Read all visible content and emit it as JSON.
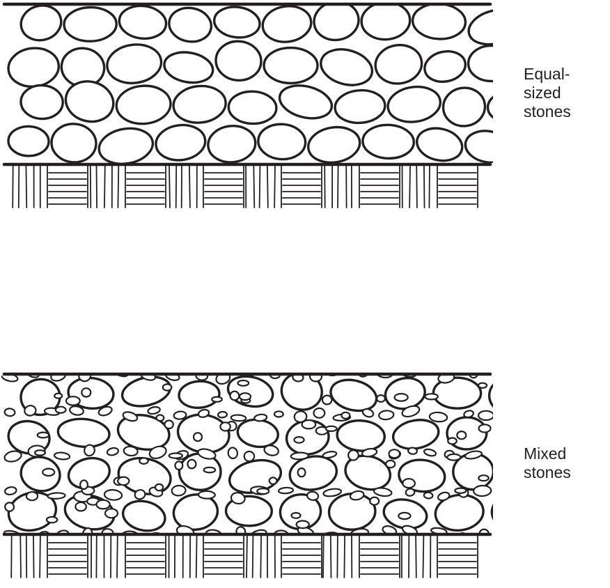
{
  "panels": [
    {
      "id": "equal",
      "stone_mix": "equal",
      "label_lines": [
        "Equal-",
        "sized",
        "stones"
      ]
    },
    {
      "id": "mixed",
      "stone_mix": "mixed",
      "label_lines": [
        "Mixed",
        "stones"
      ]
    }
  ],
  "colors": {
    "ink": "#231f20",
    "background": "#ffffff"
  }
}
